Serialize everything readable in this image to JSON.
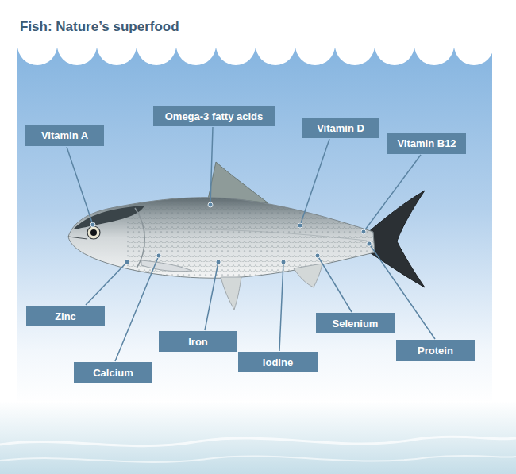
{
  "diagram": {
    "title": "Fish: Nature’s superfood",
    "nodes": [
      {
        "text": [
          "Vitamin A"
        ]
      },
      {
        "text": [
          "Omega-3 fatty acids"
        ]
      },
      {
        "text": [
          "Vitamin D"
        ]
      },
      {
        "text": [
          "Vitamin B12"
        ]
      },
      {
        "text": [
          "Zinc"
        ]
      },
      {
        "text": [
          "Calcium"
        ]
      },
      {
        "text": [
          "Iron"
        ]
      },
      {
        "text": [
          "Iodine"
        ]
      },
      {
        "text": [
          "Selenium"
        ]
      },
      {
        "text": [
          "Protein"
        ]
      }
    ]
  }
}
